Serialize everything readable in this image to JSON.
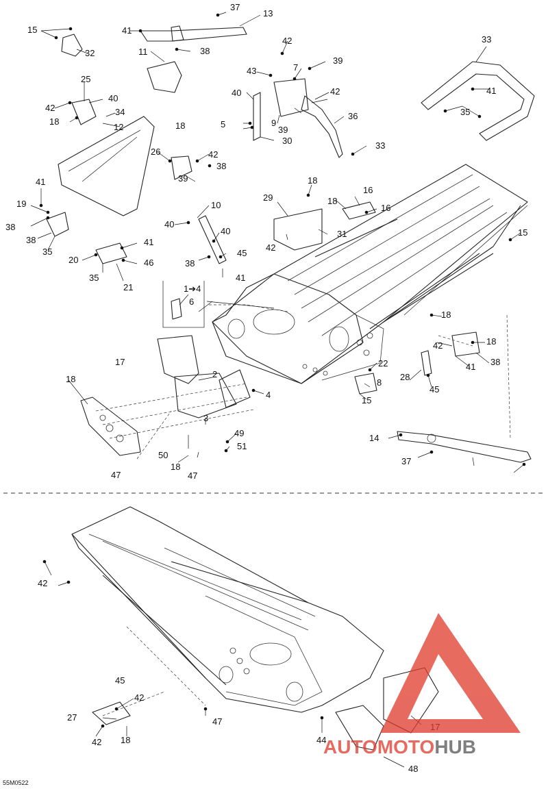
{
  "callouts_top": [
    "37",
    "13",
    "41",
    "38",
    "15",
    "32",
    "11",
    "25",
    "40",
    "42",
    "34",
    "18",
    "12",
    "18",
    "26",
    "42",
    "39",
    "38",
    "42",
    "43",
    "7",
    "39",
    "40",
    "42",
    "5",
    "9",
    "39",
    "36",
    "30",
    "33",
    "33",
    "41",
    "35",
    "41",
    "19",
    "38",
    "38",
    "35",
    "10",
    "40",
    "40",
    "45",
    "38",
    "41",
    "20",
    "41",
    "35",
    "21",
    "46",
    "29",
    "18",
    "18",
    "16",
    "16",
    "42",
    "31",
    "15",
    "1➔4",
    "6",
    "17",
    "18",
    "2",
    "4",
    "3",
    "49",
    "51",
    "50",
    "18",
    "47",
    "47",
    "18",
    "22",
    "8",
    "15",
    "28",
    "45",
    "42",
    "18",
    "38",
    "41",
    "14",
    "37"
  ],
  "callouts_bottom": [
    "42",
    "47",
    "45",
    "42",
    "27",
    "42",
    "18",
    "44",
    "17",
    "48"
  ],
  "reference_code": "55M0522",
  "watermark": {
    "text_left": "AUTOMOTO",
    "text_right": "HUB",
    "accent_color": "#e0392b",
    "dark_color": "#555555"
  }
}
